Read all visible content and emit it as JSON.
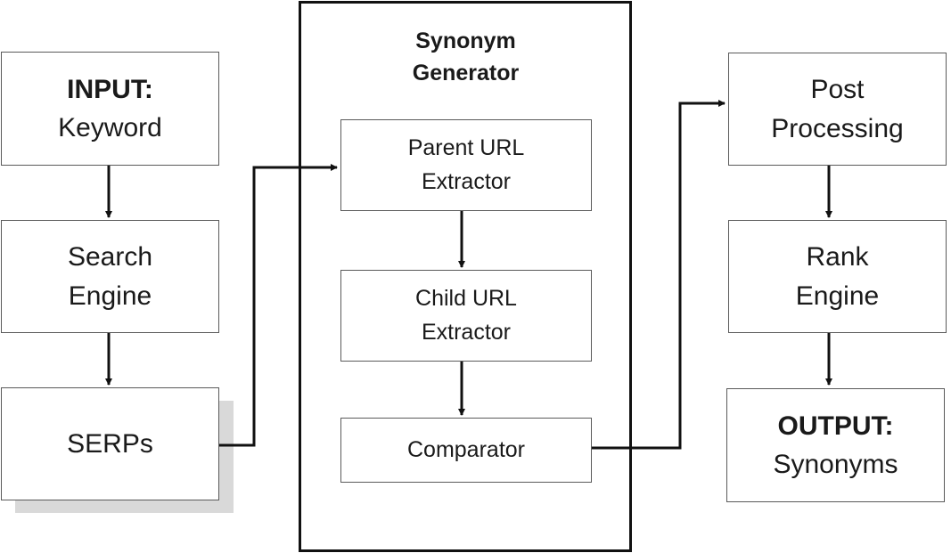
{
  "input_box": {
    "heading": "INPUT:",
    "text": "Keyword"
  },
  "search_engine_box": {
    "line1": "Search",
    "line2": "Engine"
  },
  "serps_box": {
    "text": "SERPs"
  },
  "synonym_generator": {
    "title_line1": "Synonym",
    "title_line2": "Generator",
    "parent_url_extractor": {
      "line1": "Parent URL",
      "line2": "Extractor"
    },
    "child_url_extractor": {
      "line1": "Child URL",
      "line2": "Extractor"
    },
    "comparator": {
      "text": "Comparator"
    }
  },
  "post_processing_box": {
    "line1": "Post",
    "line2": "Processing"
  },
  "rank_engine_box": {
    "line1": "Rank",
    "line2": "Engine"
  },
  "output_box": {
    "heading": "OUTPUT:",
    "text": "Synonyms"
  }
}
